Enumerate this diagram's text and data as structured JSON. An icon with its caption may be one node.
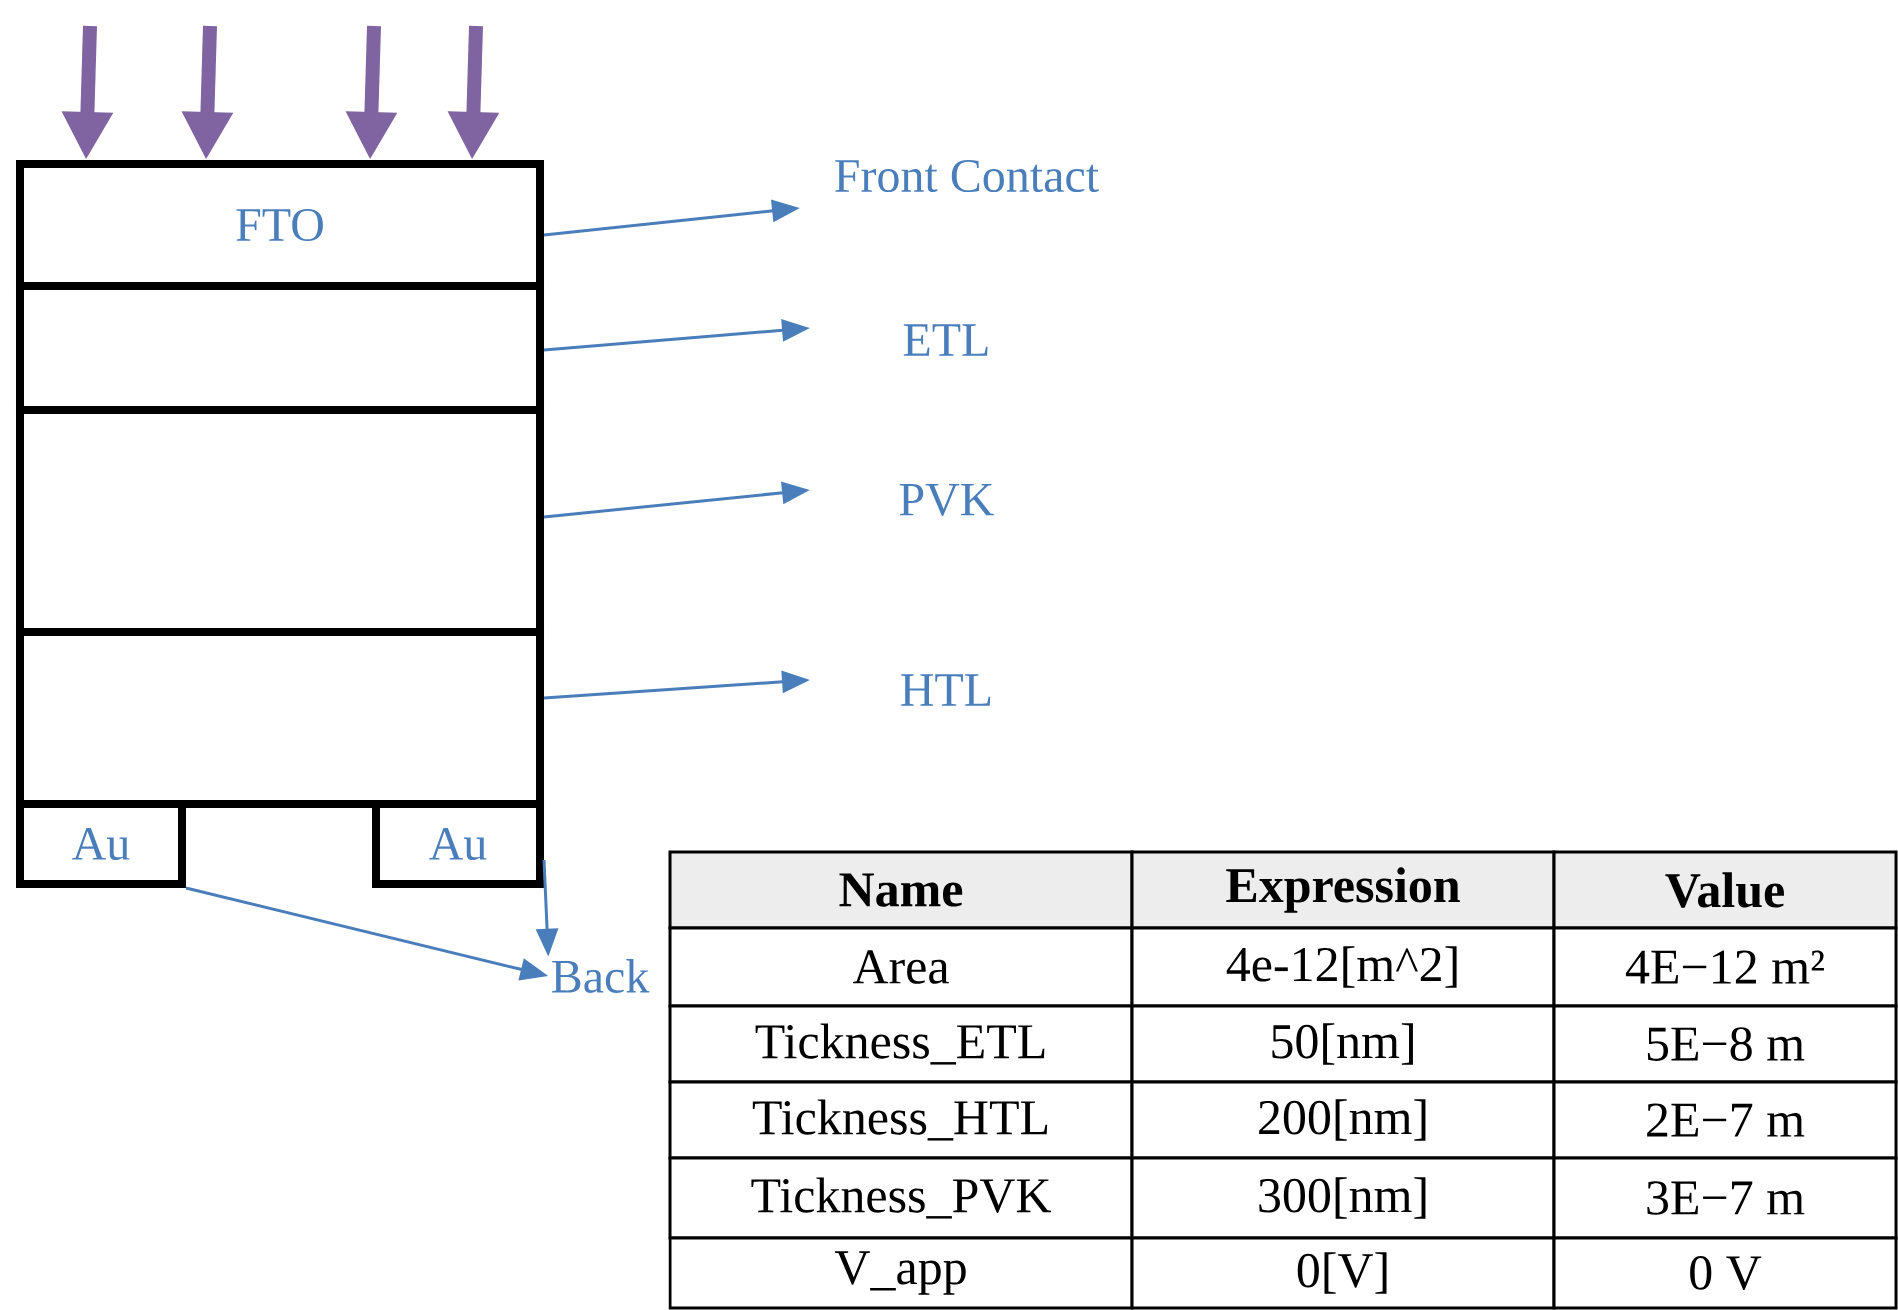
{
  "diagram": {
    "nodes": [
      {
        "text": [
          "FTO"
        ]
      },
      {
        "text": [],
        "shape": "box"
      },
      {
        "text": [],
        "shape": "box"
      },
      {
        "text": [],
        "shape": "box"
      },
      {
        "text": [
          "Au"
        ]
      },
      {
        "text": [
          "Au"
        ]
      },
      {
        "text": [
          "Front Contact"
        ]
      },
      {
        "text": [
          "ETL"
        ]
      },
      {
        "text": [
          "PVK"
        ]
      },
      {
        "text": [
          "HTL"
        ]
      },
      {
        "text": [
          "Back"
        ]
      }
    ],
    "edges": [
      {
        "from": 0,
        "to": 6,
        "arrow": "to"
      },
      {
        "from": 1,
        "to": 7,
        "arrow": "to"
      },
      {
        "from": 2,
        "to": 8,
        "arrow": "to"
      },
      {
        "from": 3,
        "to": 9,
        "arrow": "to"
      },
      {
        "from": 4,
        "to": 10,
        "arrow": "to"
      },
      {
        "from": 5,
        "to": 10,
        "arrow": "to"
      },
      {
        "from": null,
        "to": 0,
        "arrow": "to",
        "style": "thick",
        "color": "#8064a2"
      },
      {
        "from": null,
        "to": 0,
        "arrow": "to",
        "style": "thick",
        "color": "#8064a2"
      },
      {
        "from": null,
        "to": 0,
        "arrow": "to",
        "style": "thick",
        "color": "#8064a2"
      },
      {
        "from": null,
        "to": 0,
        "arrow": "to",
        "style": "thick",
        "color": "#8064a2"
      }
    ],
    "labels": [
      "Name",
      "Expression",
      "Value",
      "Area",
      "4e-12[m^2]",
      "4E−12 m²",
      "Tickness_ETL",
      "50[nm]",
      "5E−8 m",
      "Tickness_HTL",
      "200[nm]",
      "2E−7 m",
      "Tickness_PVK",
      "300[nm]",
      "3E−7 m",
      "V_app",
      "0[V]",
      "0 V"
    ]
  }
}
